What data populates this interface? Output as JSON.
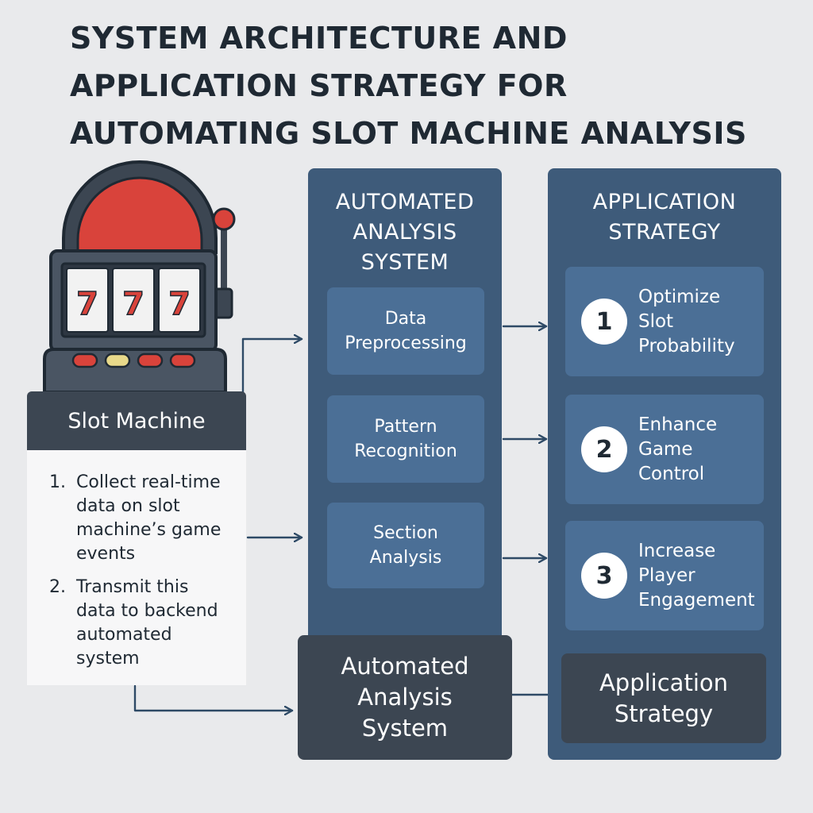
{
  "title": {
    "line1": "SYSTEM ARCHITECTURE AND",
    "line2": "APPLICATION STRATEGY FOR",
    "line3": "AUTOMATING SLOT MACHINE ANALYSIS"
  },
  "slot_machine": {
    "reels": [
      "7",
      "7",
      "7"
    ],
    "label": "Slot Machine",
    "steps": [
      {
        "num": "1.",
        "text": "Collect real-time data on slot machine’s game events"
      },
      {
        "num": "2.",
        "text": "Transmit this data to backend automated system"
      }
    ],
    "colors": {
      "dome": "#d9433b",
      "body": "#3c4652",
      "seven": "#d9433b"
    }
  },
  "analysis_column": {
    "heading_lines": [
      "AUTOMATED",
      "ANALYSIS",
      "SYSTEM"
    ],
    "steps": [
      {
        "lines": [
          "Data",
          "Preprocessing"
        ]
      },
      {
        "lines": [
          "Pattern",
          "Recognition"
        ]
      },
      {
        "lines": [
          "Section",
          "Analysis"
        ]
      }
    ],
    "bottom_lines": [
      "Automated",
      "Analysis",
      "System"
    ]
  },
  "strategy_column": {
    "heading_lines": [
      "APPLICATION",
      "STRATEGY"
    ],
    "items": [
      {
        "num": "1",
        "lines": [
          "Optimize",
          "Slot",
          "Probability"
        ]
      },
      {
        "num": "2",
        "lines": [
          "Enhance",
          "Game",
          "Control"
        ]
      },
      {
        "num": "3",
        "lines": [
          "Increase",
          "Player",
          "Engagement"
        ]
      }
    ],
    "bottom_lines": [
      "Application",
      "Strategy"
    ]
  },
  "colors": {
    "background": "#e9eaec",
    "column_panel": "#3e5b7a",
    "step_box": "#4b6f96",
    "dark_box": "#3c4652",
    "arrow": "#2e4a66"
  }
}
